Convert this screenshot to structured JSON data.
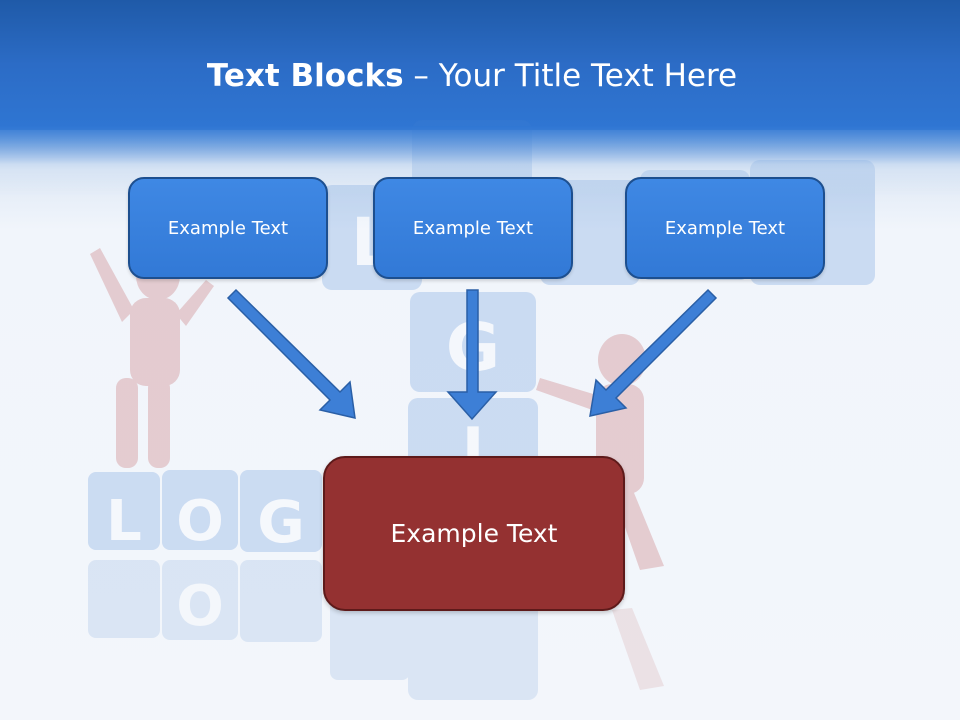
{
  "slide": {
    "title_bold": "Text Blocks",
    "title_rest": " – Your Title Text Here"
  },
  "blocks": {
    "top": [
      {
        "text": "Example Text"
      },
      {
        "text": "Example Text"
      },
      {
        "text": "Example Text"
      }
    ],
    "bottom": {
      "text": "Example Text"
    }
  },
  "background": {
    "cube_letters_word": "LOGIN",
    "figure_color": "#b23a3a",
    "cube_color": "#3f7fd0"
  },
  "colors": {
    "header": "#2c6cc6",
    "box_blue": "#3a82de",
    "box_red": "#943131",
    "arrow": "#3d7fd6"
  }
}
